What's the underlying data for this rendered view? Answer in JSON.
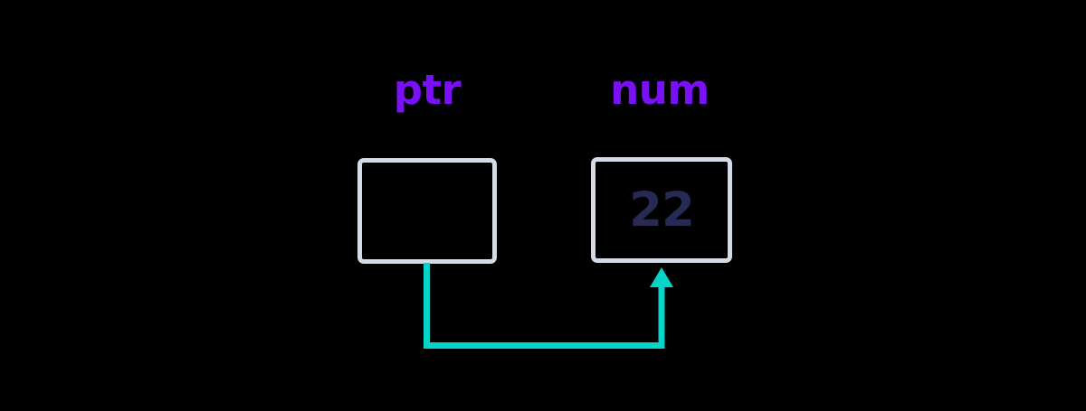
{
  "diagram": {
    "title": "pointer-to-variable memory diagram",
    "background_color": "#000000",
    "cells": [
      {
        "id": "ptr",
        "label": "ptr",
        "label_color": "#7a10f5",
        "value": "",
        "value_color": "#262a54",
        "border_color": "#d3dbe6",
        "is_empty": true
      },
      {
        "id": "num",
        "label": "num",
        "label_color": "#7a10f5",
        "value": "22",
        "value_color": "#262a54",
        "border_color": "#d3dbe6",
        "is_empty": false
      }
    ],
    "connector": {
      "name": "pointer-arrow",
      "from": "ptr",
      "to": "num",
      "color": "#05d5c8",
      "stroke_width": 7,
      "arrowhead": "up"
    }
  }
}
